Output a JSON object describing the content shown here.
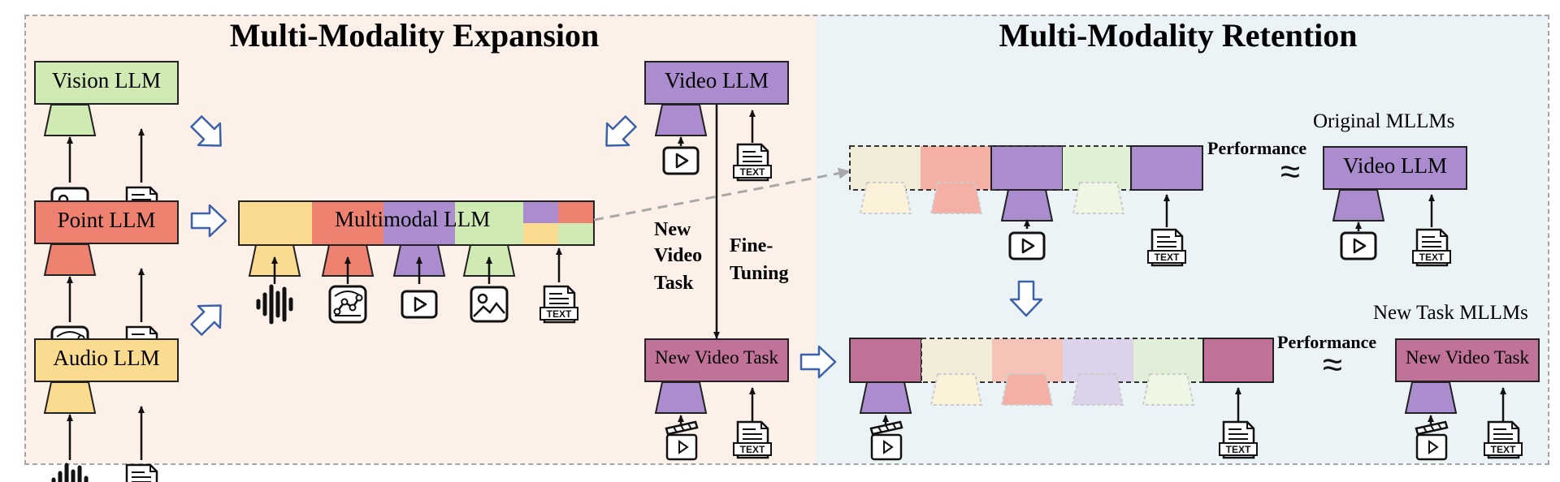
{
  "titles": {
    "expansion": "Multi-Modality Expansion",
    "retention": "Multi-Modality Retention"
  },
  "models": {
    "vision": "Vision LLM",
    "point": "Point LLM",
    "audio": "Audio LLM",
    "multimodal": "Multimodal LLM",
    "video": "Video LLM",
    "new_video_task": "New Video Task",
    "original_video": "Video LLM",
    "new_task_right": "New Video Task"
  },
  "labels": {
    "new_video_task_line1": "New",
    "new_video_task_line2": "Video",
    "new_video_task_line3": "Task",
    "fine_tuning_line1": "Fine-",
    "fine_tuning_line2": "Tuning",
    "performance_top": "Performance",
    "performance_bottom": "Performance",
    "original_mllms": "Original MLLMs",
    "new_task_mllms": "New Task MLLMs",
    "text_icon": "TEXT"
  },
  "colors": {
    "vision": "#cfeab3",
    "point": "#ef8170",
    "audio": "#fadb8f",
    "video": "#ab8dcf",
    "new_task": "#c07298",
    "left_bg": "#fcf0e8",
    "right_bg": "#ebf3f7"
  }
}
